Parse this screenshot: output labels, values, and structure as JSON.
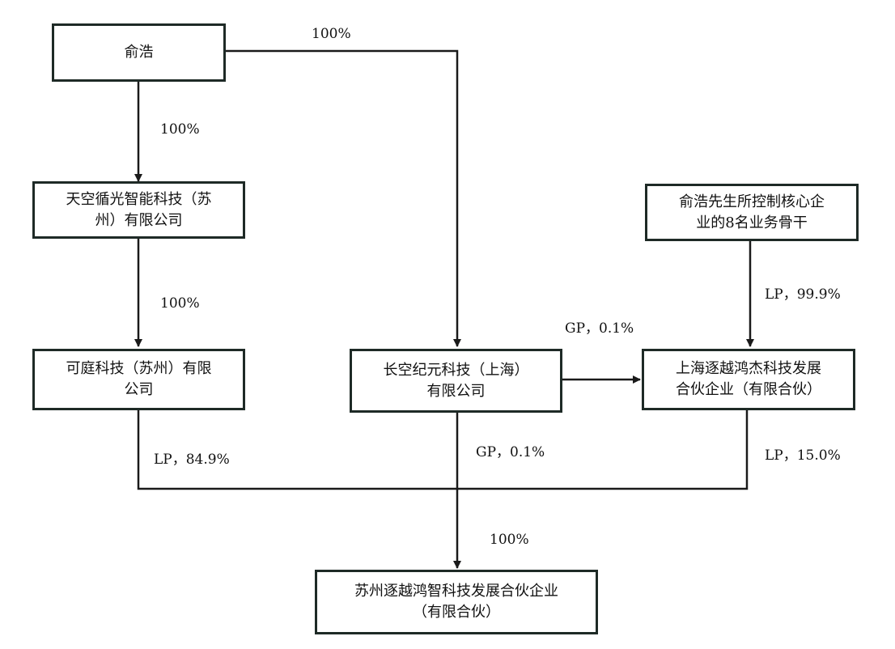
{
  "colors": {
    "box_border": "#1e2a26",
    "line": "#1a1a1a",
    "background": "#ffffff"
  },
  "nodes": {
    "yuhao": "俞浩",
    "tiankong": "天空循光智能科技（苏\n州）有限公司",
    "keting": "可庭科技（苏州）有限\n公司",
    "changkong": "长空纪元科技（上海）\n有限公司",
    "backbone": "俞浩先生所控制核心企\n业的8名业务骨干",
    "shanghai_zhuyue": "上海逐越鸿杰科技发展\n合伙企业（有限合伙）",
    "suzhou_zhuyue": "苏州逐越鸿智科技发展合伙企业\n（有限合伙）"
  },
  "edges": {
    "yuhao_to_changkong": "100%",
    "yuhao_to_tiankong": "100%",
    "tiankong_to_keting": "100%",
    "changkong_to_shanghai": "GP，0.1%",
    "backbone_to_shanghai": "LP，99.9%",
    "keting_to_suzhou": "LP，84.9%",
    "changkong_to_suzhou": "GP，0.1%",
    "shanghai_to_suzhou": "LP，15.0%",
    "combined_to_suzhou": "100%"
  }
}
